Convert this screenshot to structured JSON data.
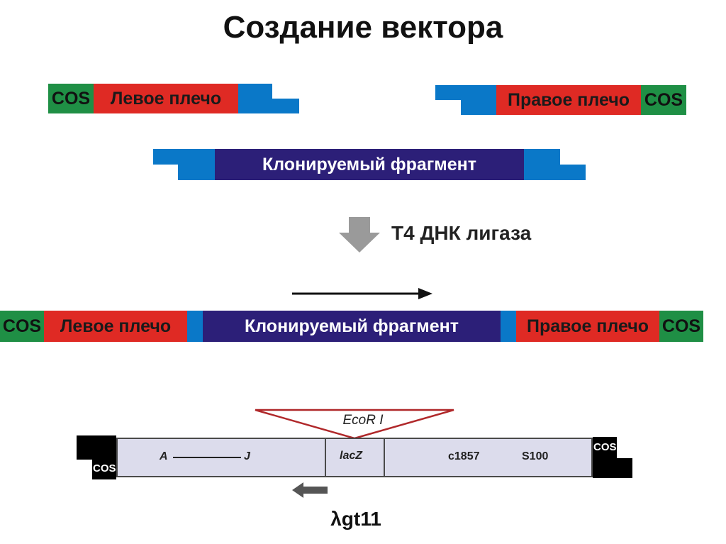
{
  "title": "Создание вектора",
  "labels": {
    "cos": "COS",
    "left_arm": "Левое плечо",
    "right_arm": "Правое плечо",
    "fragment": "Клонируемый фрагмент",
    "ligase": "T4 ДНК лигаза"
  },
  "map": {
    "ecori": "EcoR I",
    "a": "A",
    "j": "J",
    "lacz": "lacZ",
    "c1857": "c1857",
    "s100": "S100",
    "cos_left": "COS",
    "cos_right": "COS"
  },
  "caption": "λgt11",
  "colors": {
    "cos_green": "#1f8f45",
    "arm_red": "#df2a24",
    "sticky_end_blue": "#0a78c8",
    "fragment_navy": "#2c1f78",
    "ligase_arrow_gray": "#9a9a9a",
    "ecori_triangle": "#b0282a",
    "map_bar": "#dcdcec"
  }
}
